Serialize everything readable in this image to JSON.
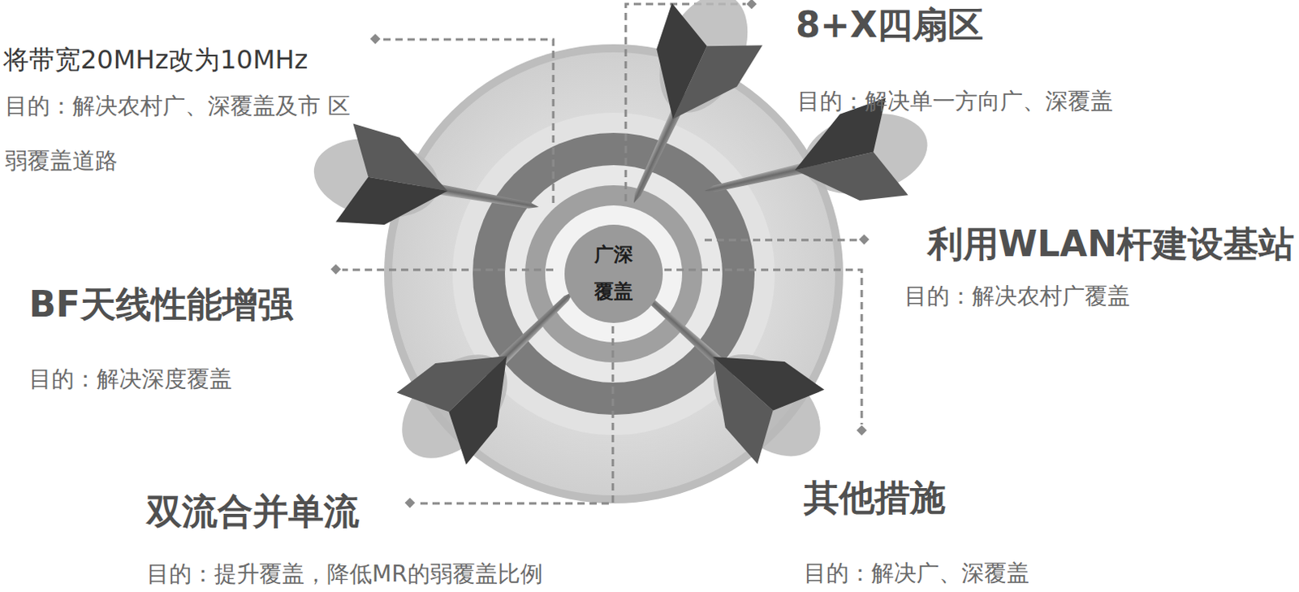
{
  "diagram": {
    "nodes": [
      {
        "text": [
          "广深 覆盖"
        ]
      }
    ],
    "labels": [
      "将带宽20MHz改为10MHz",
      "目的：解决农村广、深覆盖及市 区弱覆盖道路",
      "8+X四扇区",
      "目的：解决单一方向广、深覆盖",
      "利用WLAN杆建设基站",
      "目的：解决农村广覆盖",
      "BF天线性能增强",
      "目的：解决深度覆盖",
      "双流合并单流",
      "目的：提升覆盖，降低MR的弱覆盖比例",
      "其他措施",
      "目的：解决广、深覆盖"
    ]
  }
}
